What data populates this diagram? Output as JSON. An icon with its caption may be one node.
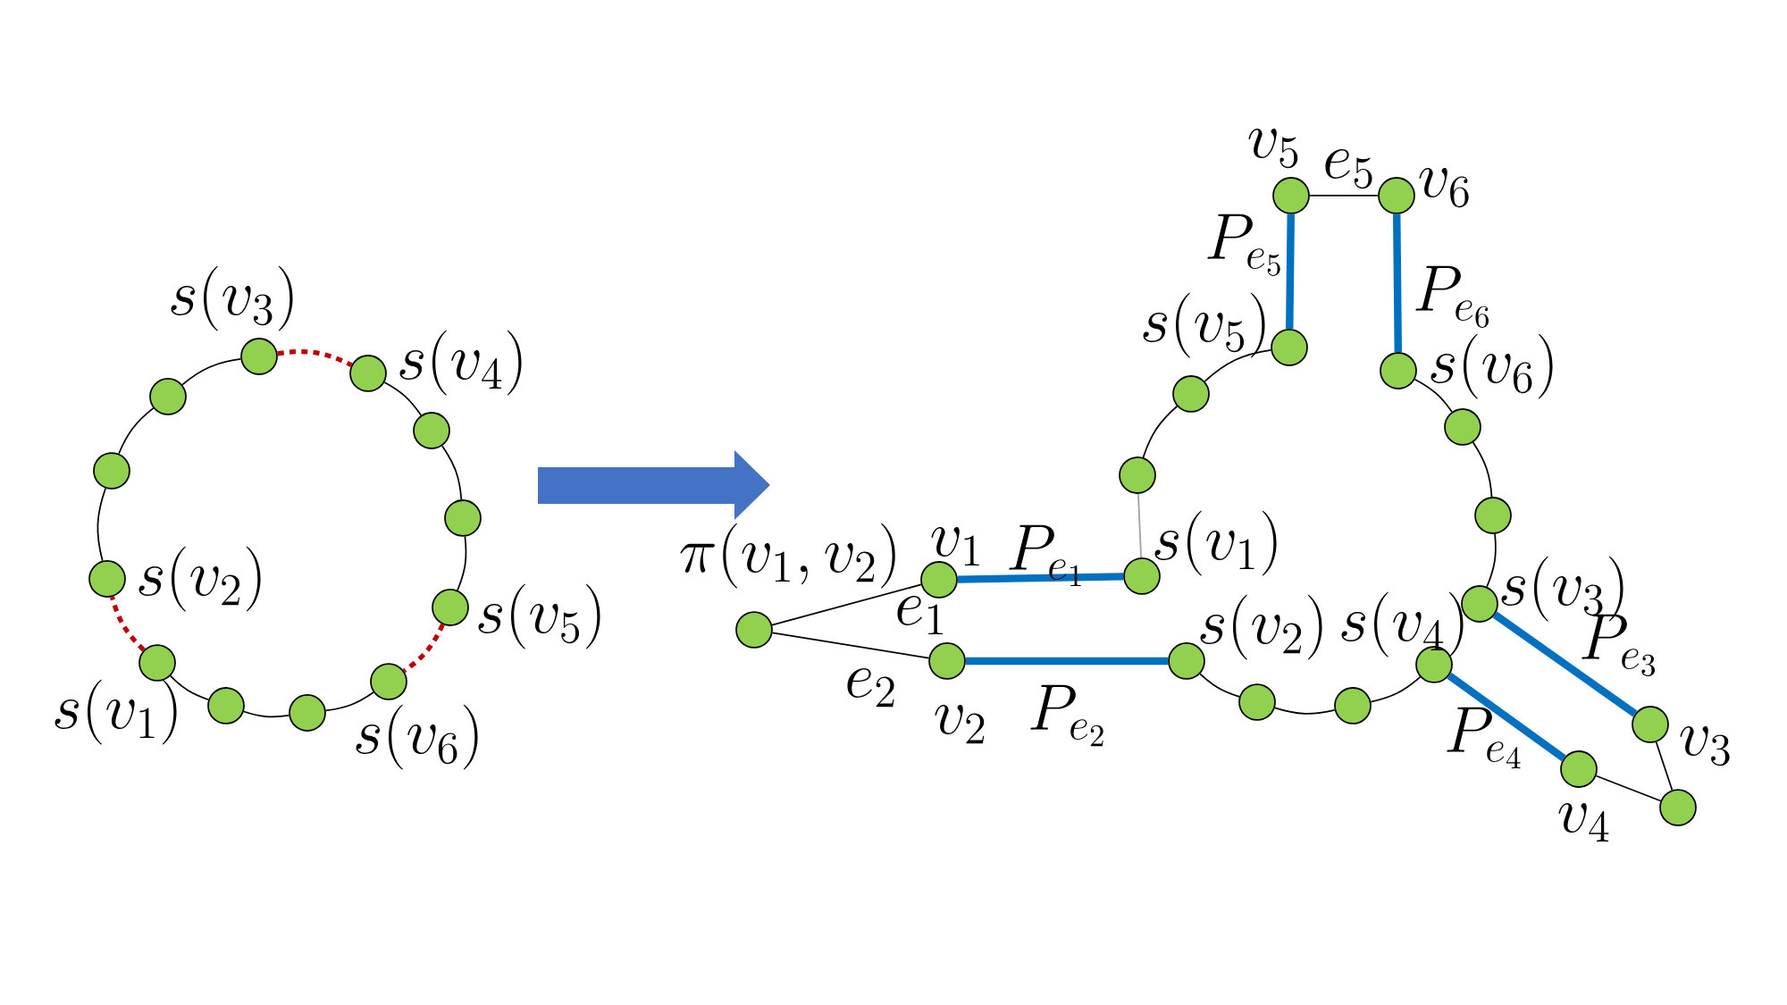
{
  "diagram": {
    "nodes": [
      {
        "text": [],
        "shape": "circle",
        "beside": [
          "s(v_3)"
        ]
      },
      {
        "text": [],
        "shape": "circle",
        "beside": [
          "s(v_4)"
        ]
      },
      {
        "text": [],
        "shape": "circle"
      },
      {
        "text": [],
        "shape": "circle"
      },
      {
        "text": [],
        "shape": "circle",
        "beside": [
          "s(v_5)"
        ]
      },
      {
        "text": [],
        "shape": "circle",
        "beside": [
          "s(v_6)"
        ]
      },
      {
        "text": [],
        "shape": "circle"
      },
      {
        "text": [],
        "shape": "circle"
      },
      {
        "text": [],
        "shape": "circle",
        "beside": [
          "s(v_1)"
        ]
      },
      {
        "text": [],
        "shape": "circle",
        "beside": [
          "s(v_2)"
        ]
      },
      {
        "text": [],
        "shape": "circle"
      },
      {
        "text": [],
        "shape": "circle"
      },
      {
        "text": [],
        "shape": "circle",
        "beside": [
          "\\pi(v_1, v_2)"
        ]
      },
      {
        "text": [],
        "shape": "circle",
        "beside": [
          "v_1"
        ]
      },
      {
        "text": [],
        "shape": "circle",
        "beside": [
          "v_2"
        ]
      },
      {
        "text": [],
        "shape": "circle",
        "beside": [
          "s(v_1)"
        ]
      },
      {
        "text": [],
        "shape": "circle",
        "beside": [
          "s(v_2)"
        ]
      },
      {
        "text": [],
        "shape": "circle"
      },
      {
        "text": [],
        "shape": "circle"
      },
      {
        "text": [],
        "shape": "circle",
        "beside": [
          "s(v_4)"
        ]
      },
      {
        "text": [],
        "shape": "circle",
        "beside": [
          "s(v_3)"
        ]
      },
      {
        "text": [],
        "shape": "circle"
      },
      {
        "text": [],
        "shape": "circle"
      },
      {
        "text": [],
        "shape": "circle",
        "beside": [
          "s(v_6)"
        ]
      },
      {
        "text": [],
        "shape": "circle",
        "beside": [
          "v_6"
        ]
      },
      {
        "text": [],
        "shape": "circle",
        "beside": [
          "v_5"
        ]
      },
      {
        "text": [],
        "shape": "circle",
        "beside": [
          "s(v_5)"
        ]
      },
      {
        "text": [],
        "shape": "circle"
      },
      {
        "text": [],
        "shape": "circle"
      },
      {
        "text": [],
        "shape": "circle",
        "beside": [
          "v_3"
        ]
      },
      {
        "text": [],
        "shape": "circle"
      },
      {
        "text": [],
        "shape": "circle",
        "beside": [
          "v_4"
        ]
      }
    ],
    "edges": [
      {
        "from": 0,
        "to": 1,
        "arrow": "none",
        "style": "dashed",
        "color": "#c00000"
      },
      {
        "from": 1,
        "to": 2,
        "arrow": "none"
      },
      {
        "from": 2,
        "to": 3,
        "arrow": "none"
      },
      {
        "from": 3,
        "to": 4,
        "arrow": "none"
      },
      {
        "from": 4,
        "to": 5,
        "arrow": "none",
        "style": "dashed",
        "color": "#c00000"
      },
      {
        "from": 5,
        "to": 6,
        "arrow": "none"
      },
      {
        "from": 6,
        "to": 7,
        "arrow": "none"
      },
      {
        "from": 7,
        "to": 8,
        "arrow": "none"
      },
      {
        "from": 8,
        "to": 9,
        "arrow": "none",
        "style": "dashed",
        "color": "#c00000"
      },
      {
        "from": 9,
        "to": 10,
        "arrow": "none"
      },
      {
        "from": 10,
        "to": 11,
        "arrow": "none"
      },
      {
        "from": 11,
        "to": 0,
        "arrow": "none"
      },
      {
        "from": 12,
        "to": 13,
        "arrow": "none",
        "label": "e_1"
      },
      {
        "from": 12,
        "to": 14,
        "arrow": "none",
        "label": "e_2"
      },
      {
        "from": 13,
        "to": 15,
        "arrow": "none",
        "label": "P_{e_1}",
        "style": "thick",
        "color": "#0070c0"
      },
      {
        "from": 14,
        "to": 16,
        "arrow": "none",
        "label": "P_{e_2}",
        "style": "thick",
        "color": "#0070c0"
      },
      {
        "from": 16,
        "to": 17,
        "arrow": "none"
      },
      {
        "from": 17,
        "to": 18,
        "arrow": "none"
      },
      {
        "from": 18,
        "to": 19,
        "arrow": "none"
      },
      {
        "from": 20,
        "to": 21,
        "arrow": "none"
      },
      {
        "from": 21,
        "to": 22,
        "arrow": "none"
      },
      {
        "from": 22,
        "to": 23,
        "arrow": "none"
      },
      {
        "from": 23,
        "to": 24,
        "arrow": "none",
        "label": "P_{e_6}",
        "style": "thick",
        "color": "#0070c0"
      },
      {
        "from": 25,
        "to": 24,
        "arrow": "none",
        "label": "e_5"
      },
      {
        "from": 25,
        "to": 26,
        "arrow": "none",
        "label": "P_{e_5}",
        "style": "thick",
        "color": "#0070c0"
      },
      {
        "from": 26,
        "to": 27,
        "arrow": "none"
      },
      {
        "from": 27,
        "to": 28,
        "arrow": "none"
      },
      {
        "from": 28,
        "to": 15,
        "arrow": "none",
        "color": "#a0a0a0"
      },
      {
        "from": 20,
        "to": 29,
        "arrow": "none",
        "label": "P_{e_3}",
        "style": "thick",
        "color": "#0070c0"
      },
      {
        "from": 29,
        "to": 30,
        "arrow": "none"
      },
      {
        "from": 30,
        "to": 31,
        "arrow": "none"
      },
      {
        "from": 31,
        "to": 19,
        "arrow": "none",
        "label": "P_{e_4}",
        "style": "thick",
        "color": "#0070c0"
      }
    ]
  }
}
